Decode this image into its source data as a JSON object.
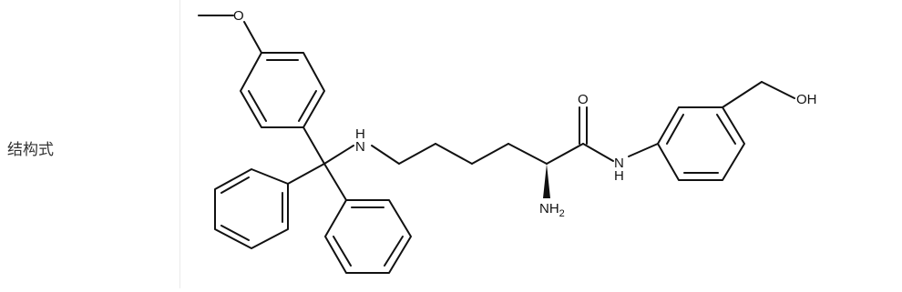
{
  "row": {
    "label": "结构式"
  },
  "structure": {
    "atoms": {
      "O_methoxy": "O",
      "N_amine": "H",
      "N_amine_N": "N",
      "O_carbonyl": "O",
      "N_amide_N": "N",
      "N_amide_H": "H",
      "OH": "OH",
      "NH2_N": "NH",
      "NH2_sub": "2"
    },
    "colors": {
      "bond": "#111111",
      "label": "#333333",
      "divider": "#ebebeb"
    }
  }
}
